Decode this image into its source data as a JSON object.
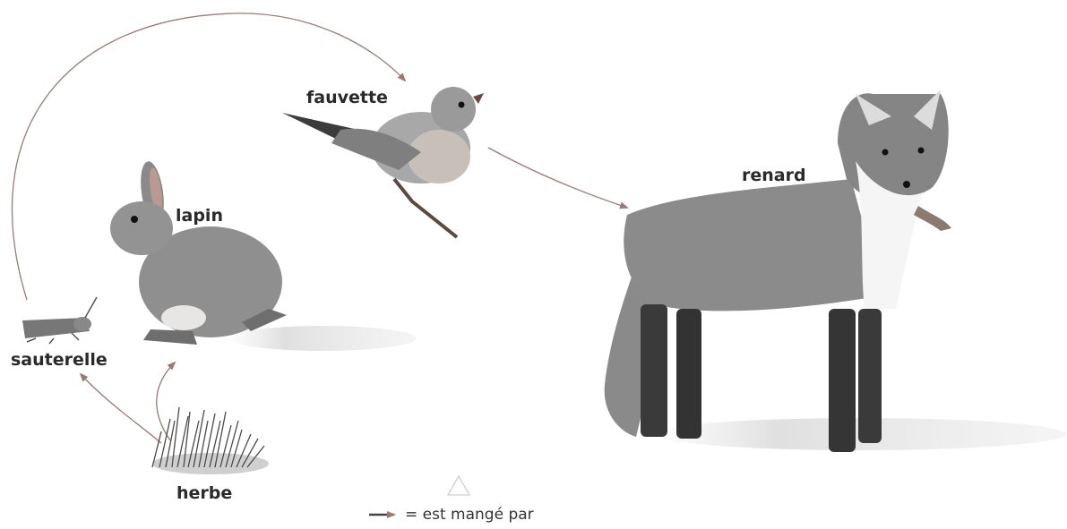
{
  "nodes": {
    "fauvette": "fauvette",
    "lapin": "lapin",
    "renard": "renard",
    "sauterelle": "sauterelle",
    "herbe": "herbe"
  },
  "edges": [
    {
      "from": "herbe",
      "to": "sauterelle"
    },
    {
      "from": "herbe",
      "to": "lapin"
    },
    {
      "from": "sauterelle",
      "to": "fauvette"
    },
    {
      "from": "fauvette",
      "to": "renard"
    }
  ],
  "legend": {
    "text": "= est mangé par"
  },
  "colors": {
    "arrow": "#9a7a76",
    "fox_body": "#8b8b8b",
    "fox_legs": "#3a3a3a",
    "rabbit": "#909090",
    "bird": "#a8a8a8",
    "grass": "#4a4a4a"
  }
}
